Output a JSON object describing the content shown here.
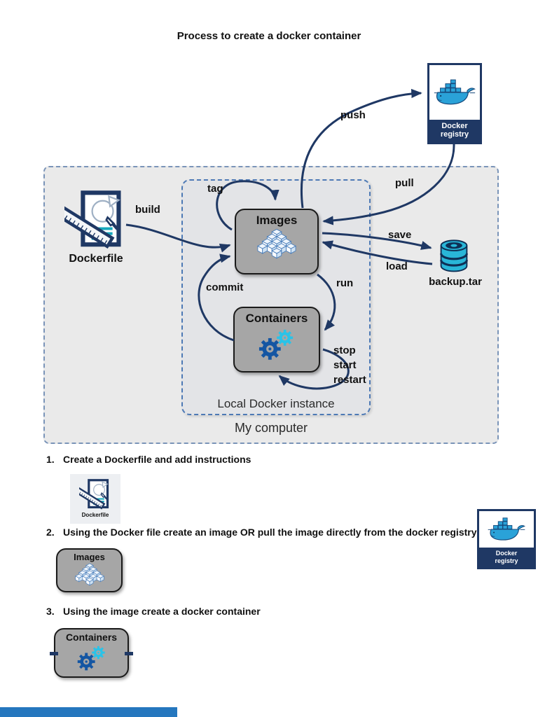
{
  "title": "Process to create a docker container",
  "colors": {
    "navy": "#1f3864",
    "whale_blue": "#2aa2d8",
    "cyan": "#29c3e8",
    "node_gray": "#a6a6a6",
    "bottom_bar_blue": "#2577be"
  },
  "diagram": {
    "outer_label": "My computer",
    "inner_label": "Local Docker instance",
    "nodes": {
      "dockerfile": {
        "label": "Dockerfile"
      },
      "images": {
        "label": "Images"
      },
      "containers": {
        "label": "Containers"
      },
      "registry": {
        "line1": "Docker",
        "line2": "registry"
      },
      "backup": {
        "label": "backup.tar"
      }
    },
    "edges": {
      "build": "build",
      "tag": "tag",
      "push": "push",
      "pull": "pull",
      "save": "save",
      "load": "load",
      "run": "run",
      "commit": "commit",
      "stop": "stop",
      "start": "start",
      "restart": "restart"
    }
  },
  "steps": [
    {
      "number": "1.",
      "text": "Create a Dockerfile and add instructions"
    },
    {
      "number": "2.",
      "text": "Using the Docker file create an image OR pull the image directly from the docker registry"
    },
    {
      "number": "3.",
      "text": "Using the image create a docker container"
    }
  ]
}
